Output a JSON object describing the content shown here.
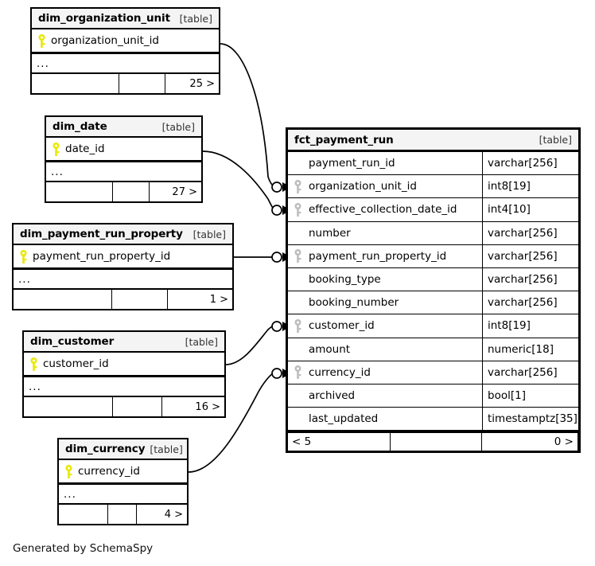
{
  "diagram": {
    "title": "fct_payment_run schema diagram",
    "generator_text": "Generated by SchemaSpy",
    "table_tag": "[table]",
    "ellipsis": "...",
    "icons": {
      "primary_key": "key-icon",
      "foreign_key": "key-icon"
    },
    "colors": {
      "pk_key": "#e8e800",
      "fk_key": "#bdbdbd",
      "header_bg": "#f4f4f4",
      "border": "#000000",
      "background": "#ffffff"
    }
  },
  "tables": [
    {
      "id": "dim_organization_unit",
      "name": "dim_organization_unit",
      "tag": "[table]",
      "kind": "dimension",
      "columns": [
        {
          "name": "organization_unit_id",
          "key": "pk"
        }
      ],
      "ellipsis": "...",
      "footer": {
        "left": "",
        "middle": "",
        "right": "25 >"
      }
    },
    {
      "id": "dim_date",
      "name": "dim_date",
      "tag": "[table]",
      "kind": "dimension",
      "columns": [
        {
          "name": "date_id",
          "key": "pk"
        }
      ],
      "ellipsis": "...",
      "footer": {
        "left": "",
        "middle": "",
        "right": "27 >"
      }
    },
    {
      "id": "dim_payment_run_property",
      "name": "dim_payment_run_property",
      "tag": "[table]",
      "kind": "dimension",
      "columns": [
        {
          "name": "payment_run_property_id",
          "key": "pk"
        }
      ],
      "ellipsis": "...",
      "footer": {
        "left": "",
        "middle": "",
        "right": "1 >"
      }
    },
    {
      "id": "dim_customer",
      "name": "dim_customer",
      "tag": "[table]",
      "kind": "dimension",
      "columns": [
        {
          "name": "customer_id",
          "key": "pk"
        }
      ],
      "ellipsis": "...",
      "footer": {
        "left": "",
        "middle": "",
        "right": "16 >"
      }
    },
    {
      "id": "dim_currency",
      "name": "dim_currency",
      "tag": "[table]",
      "kind": "dimension",
      "columns": [
        {
          "name": "currency_id",
          "key": "pk"
        }
      ],
      "ellipsis": "...",
      "footer": {
        "left": "",
        "middle": "",
        "right": "4 >"
      }
    },
    {
      "id": "fct_payment_run",
      "name": "fct_payment_run",
      "tag": "[table]",
      "kind": "fact",
      "columns": [
        {
          "name": "payment_run_id",
          "type": "varchar[256]",
          "key": "none"
        },
        {
          "name": "organization_unit_id",
          "type": "int8[19]",
          "key": "fk"
        },
        {
          "name": "effective_collection_date_id",
          "type": "int4[10]",
          "key": "fk"
        },
        {
          "name": "number",
          "type": "varchar[256]",
          "key": "none"
        },
        {
          "name": "payment_run_property_id",
          "type": "varchar[256]",
          "key": "fk"
        },
        {
          "name": "booking_type",
          "type": "varchar[256]",
          "key": "none"
        },
        {
          "name": "booking_number",
          "type": "varchar[256]",
          "key": "none"
        },
        {
          "name": "customer_id",
          "type": "int8[19]",
          "key": "fk"
        },
        {
          "name": "amount",
          "type": "numeric[18]",
          "key": "none"
        },
        {
          "name": "currency_id",
          "type": "varchar[256]",
          "key": "fk"
        },
        {
          "name": "archived",
          "type": "bool[1]",
          "key": "none"
        },
        {
          "name": "last_updated",
          "type": "timestamptz[35]",
          "key": "none"
        }
      ],
      "footer": {
        "left": "< 5",
        "middle": "",
        "right": "0 >"
      }
    }
  ],
  "relationships": [
    {
      "from": "dim_organization_unit.organization_unit_id",
      "to": "fct_payment_run.organization_unit_id"
    },
    {
      "from": "dim_date.date_id",
      "to": "fct_payment_run.effective_collection_date_id"
    },
    {
      "from": "dim_payment_run_property.payment_run_property_id",
      "to": "fct_payment_run.payment_run_property_id"
    },
    {
      "from": "dim_customer.customer_id",
      "to": "fct_payment_run.customer_id"
    },
    {
      "from": "dim_currency.currency_id",
      "to": "fct_payment_run.currency_id"
    }
  ]
}
